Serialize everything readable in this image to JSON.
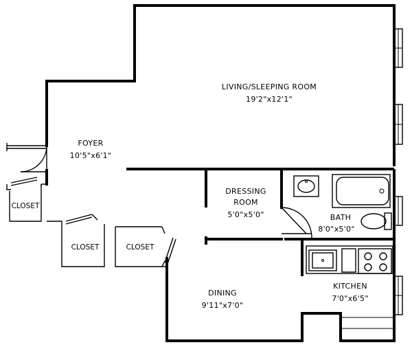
{
  "rooms": {
    "living": {
      "name": "LIVING/SLEEPING ROOM",
      "dims": "19'2\"x12'1\""
    },
    "foyer": {
      "name": "FOYER",
      "dims": "10'5\"x6'1\""
    },
    "dressing": {
      "name_line1": "DRESSING",
      "name_line2": "ROOM",
      "dims": "5'0\"x5'0\""
    },
    "bath": {
      "name": "BATH",
      "dims": "8'0\"x5'0\""
    },
    "dining": {
      "name": "DINING",
      "dims": "9'11\"x7'0\""
    },
    "kitchen": {
      "name": "KITCHEN",
      "dims": "7'0\"x6'5\""
    },
    "closet_left": {
      "name": "CLOSET"
    },
    "closet_mid": {
      "name": "CLOSET"
    },
    "closet_right": {
      "name": "CLOSET"
    }
  }
}
